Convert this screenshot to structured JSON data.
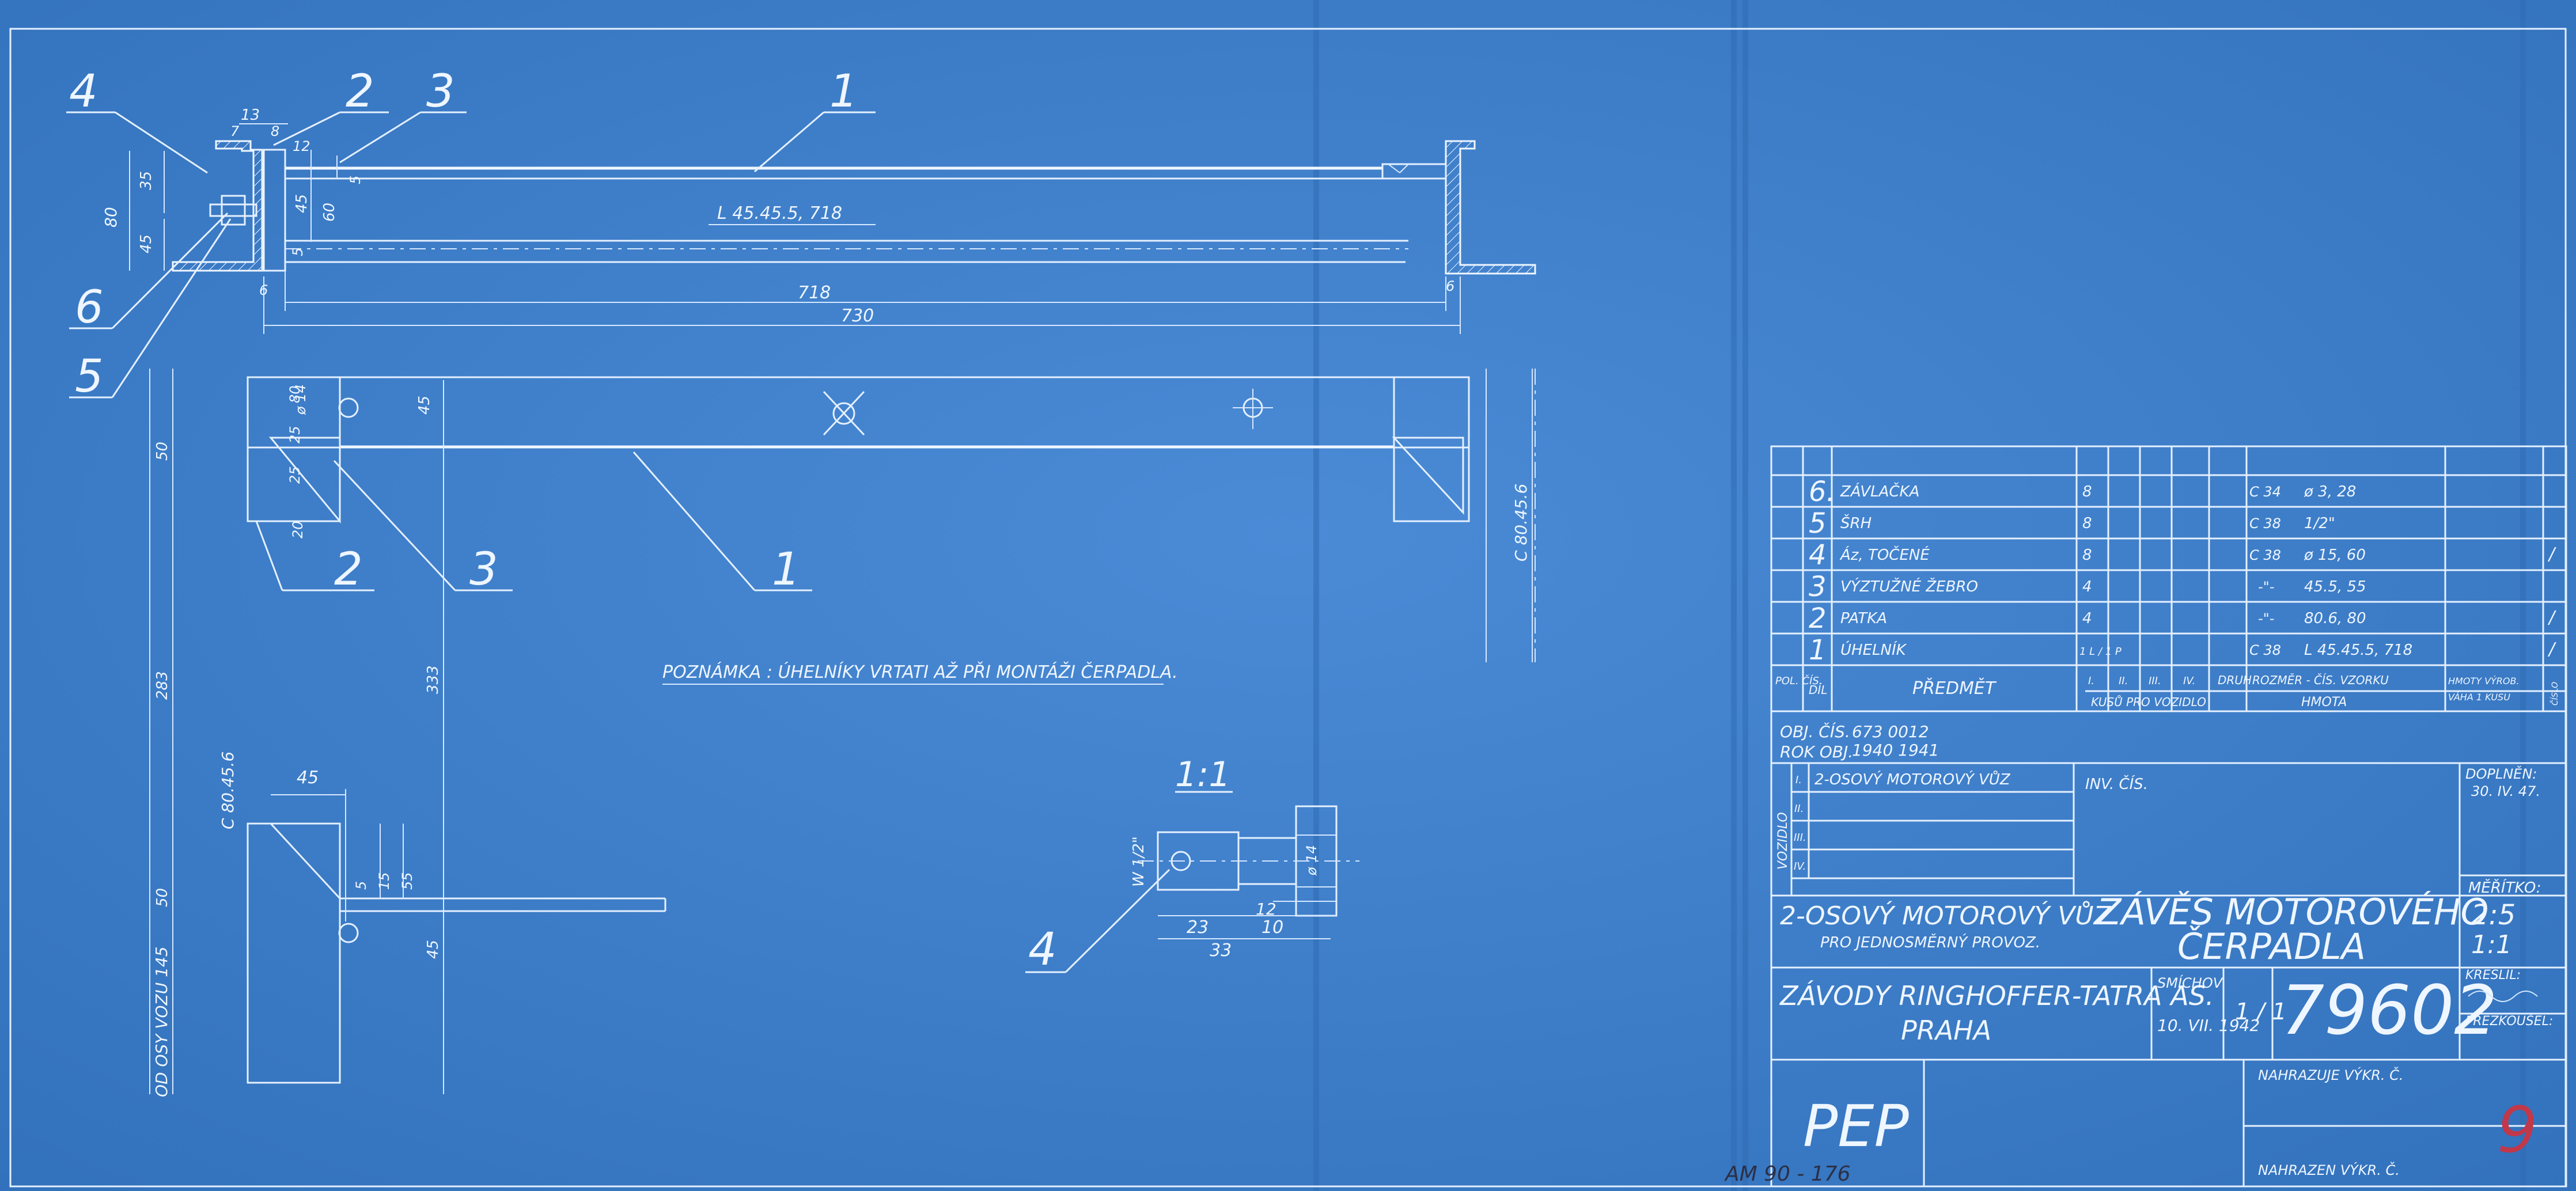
{
  "drawing": {
    "position_labels_top": [
      "4",
      "2",
      "3",
      "1"
    ],
    "position_labels_left": [
      "6",
      "5"
    ],
    "position_labels_mid": [
      "2",
      "3",
      "1"
    ],
    "position_label_bolt": "4",
    "top_view": {
      "profile_label": "L 45.45.5, 718",
      "dims": [
        "13",
        "7",
        "8",
        "12",
        "35",
        "45",
        "80",
        "45",
        "60",
        "5",
        "5",
        "6",
        "6",
        "718",
        "730"
      ]
    },
    "side_view": {
      "dims": [
        "ø 14",
        "25",
        "80",
        "45",
        "50",
        "25",
        "20",
        "283",
        "333"
      ],
      "profile_label": "C 80.45.6"
    },
    "detail_view": {
      "dims": [
        "45",
        "5",
        "15",
        "55",
        "50",
        "45"
      ],
      "profile_label": "C 80.45.6",
      "axis_label": "OD OSY VOZU 145"
    },
    "note": "POZNÁMKA : ÚHELNÍKY VRTATI AŽ PŘI MONTÁŽI ČERPADLA.",
    "bolt_detail": {
      "scale": "1:1",
      "thread": "W 1/2\"",
      "dims": [
        "ø 14",
        "23",
        "10",
        "12",
        "33"
      ]
    }
  },
  "parts_list": {
    "rows": [
      {
        "pos": "6.",
        "name": "ZÁVLAČKA",
        "qty1": "8",
        "material": "C 34",
        "size": "ø 3, 28",
        "remark": ""
      },
      {
        "pos": "5",
        "name": "ŠRH",
        "qty1": "8",
        "material": "C 38",
        "size": "1/2\"",
        "remark": ""
      },
      {
        "pos": "4",
        "name": "Áz, TOČENÉ",
        "qty1": "8",
        "material": "C 38",
        "size": "ø 15, 60",
        "remark": "/"
      },
      {
        "pos": "3",
        "name": "VÝZTUŽNÉ ŽEBRO",
        "qty1": "4",
        "material": "-\"-",
        "size": "45.5, 55",
        "remark": ""
      },
      {
        "pos": "2",
        "name": "PATKA",
        "qty1": "4",
        "material": "-\"-",
        "size": "80.6, 80",
        "remark": "/"
      },
      {
        "pos": "1",
        "name": "ÚHELNÍK",
        "qty1": "1 L / 1 P",
        "material": "C 38",
        "size": "L 45.45.5, 718",
        "remark": "/"
      }
    ],
    "header": {
      "pol": "POL. ČÍS.",
      "dil": "DÍL",
      "predmet": "PŘEDMĚT",
      "i": "I.",
      "ii": "II.",
      "iii": "III.",
      "iv": "IV.",
      "kusu": "KUSŮ PRO VOZIDLO",
      "druh": "DRUH",
      "rozmer": "ROZMĚR - ČÍS. VZORKU",
      "hmota": "HMOTA",
      "hmoty": "HMOTY VÝROB.",
      "vaha": "VÁHA 1 KUSU",
      "cislo": "ČÍSLO"
    }
  },
  "title_block": {
    "obj_cis_label": "OBJ. ČÍS.",
    "obj_cis": "673 0012",
    "rok_obj_label": "ROK OBJ.",
    "rok_obj": "1940 1941",
    "vozidlo_label": "VOZIDLO",
    "vozidlo_rows": [
      "I.",
      "II.",
      "III.",
      "IV."
    ],
    "vozidlo_i": "2-OSOVÝ MOTOROVÝ VŮZ",
    "inv_cis": "INV. ČÍS.",
    "doplnen_label": "DOPLNĚN:",
    "doplnen": "30. IV. 47.",
    "vehicle_title": "2-OSOVÝ MOTOROVÝ VŮZ",
    "vehicle_sub": "PRO JEDNOSMĚRNÝ PROVOZ.",
    "part_title_1": "ZÁVĚS MOTOROVÉHO",
    "part_title_2": "ČERPADLA",
    "meritko_label": "MĚŘÍTKO:",
    "meritko_1": "2:5",
    "meritko_2": "1:1",
    "company_1": "ZÁVODY RINGHOFFER-TATRA AS.",
    "company_2": "PRAHA",
    "smichov": "SMÍCHOV",
    "date": "10. VII. 1942",
    "sheet": "1 / 1",
    "drawing_no": "79602",
    "kreslil_label": "KRESLIL:",
    "prezkousel_label": "PŘEZKOUŠEL:",
    "nahrazuje_label": "NAHRAZUJE VÝKR. Č.",
    "nahrazen_label": "NAHRAZEN VÝKR. Č.",
    "stamp": "PEP",
    "handwritten_number": "9",
    "handwritten_ref": "AM 90 - 176"
  }
}
